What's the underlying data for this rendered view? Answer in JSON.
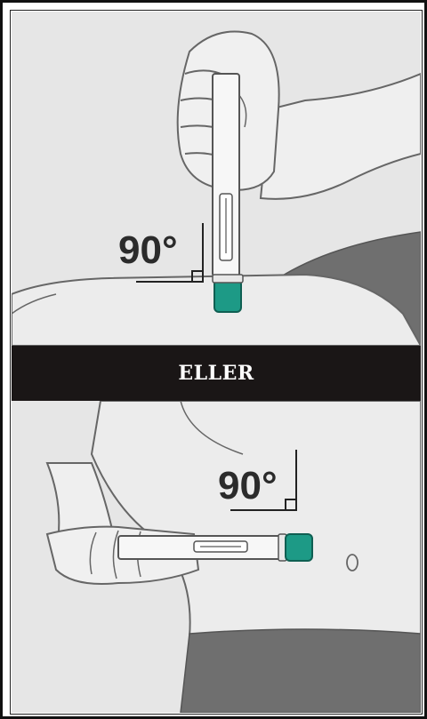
{
  "top_panel": {
    "angle_label": "90°"
  },
  "divider": {
    "label": "ELLER"
  },
  "bottom_panel": {
    "angle_label": "90°"
  },
  "colors": {
    "background": "#e6e6e6",
    "skin": "#ededed",
    "outline": "#666666",
    "clothing": "#6f6f6f",
    "banner": "#1a1616",
    "pen_tip": "#1d9a86"
  }
}
